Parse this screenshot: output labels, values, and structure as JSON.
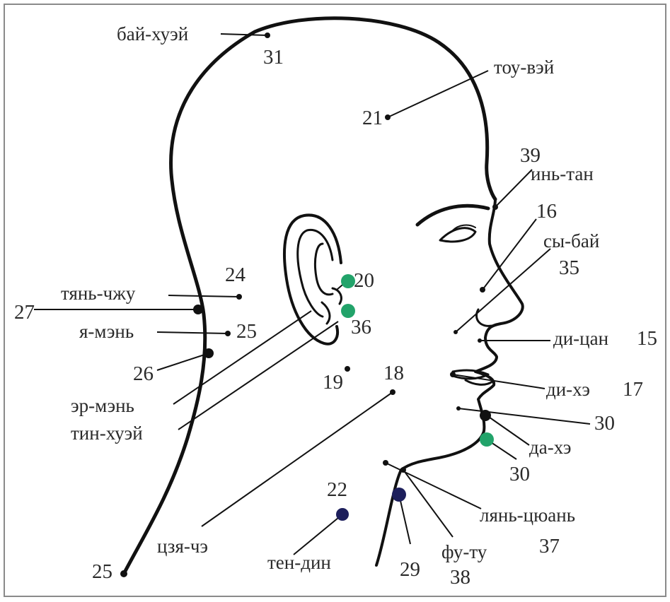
{
  "colors": {
    "ink": "#111111",
    "frame": "#8a8a8a",
    "green_point": "#22a36a",
    "navy_point": "#1d1f5c"
  },
  "labels": {
    "bai_huei": "бай-хуэй",
    "tou_vei": "тоу-вэй",
    "in_tan": "инь-тан",
    "sy_bai": "сы-бай",
    "tian_chzhu": "тянь-чжу",
    "ya_men": "я-мэнь",
    "er_men": "эр-мэнь",
    "tin_huei": "тин-хуэй",
    "di_tsan": "ди-цан",
    "di_he": "ди-хэ",
    "da_he": "да-хэ",
    "tsia_che": "цзя-чэ",
    "ten_din": "тен-дин",
    "lian_tsyuan": "лянь-цюань",
    "fu_tu": "фу-ту"
  },
  "numbers": {
    "n31": "31",
    "n21": "21",
    "n39": "39",
    "n16": "16",
    "n35": "35",
    "n24": "24",
    "n27": "27",
    "n25_neck": "25",
    "n26": "26",
    "n20": "20",
    "n36": "36",
    "n19": "19",
    "n18": "18",
    "n15": "15",
    "n17": "17",
    "n30_right": "30",
    "n30_chin": "30",
    "n22": "22",
    "n37": "37",
    "n29": "29",
    "n38": "38",
    "n25_bottom": "25"
  }
}
